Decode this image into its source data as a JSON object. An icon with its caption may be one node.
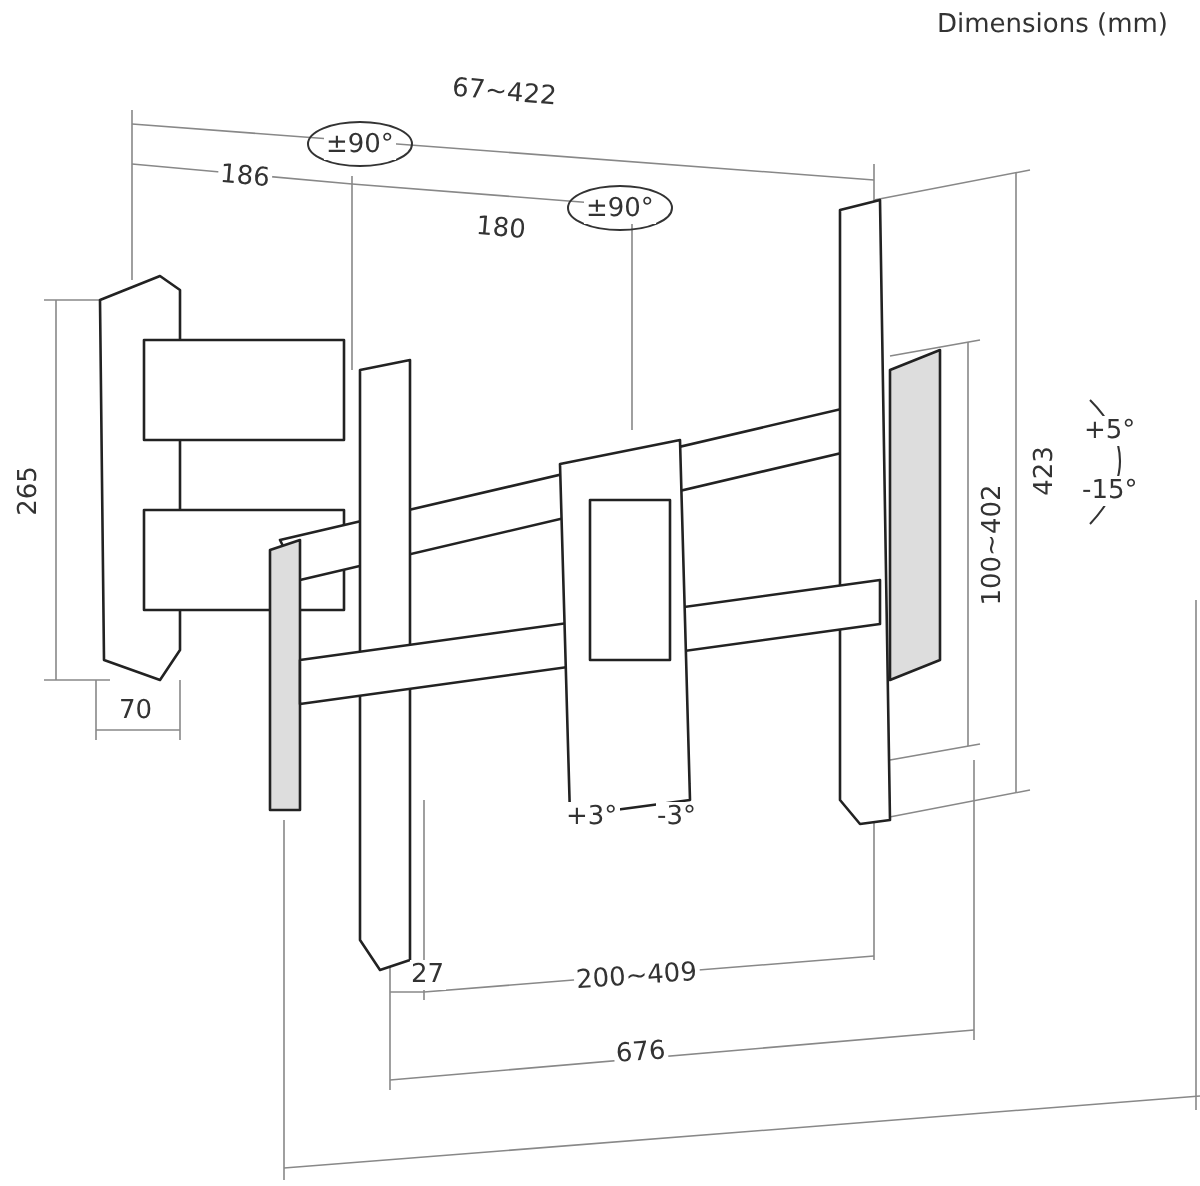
{
  "diagram": {
    "labels": [
      "Dimensions (mm)",
      "67~422",
      "±90°",
      "186",
      "180",
      "±90°",
      "265",
      "70",
      "+5°",
      "-15°",
      "100~402",
      "423",
      "+3°",
      "-3°",
      "27",
      "200~409",
      "676"
    ]
  }
}
